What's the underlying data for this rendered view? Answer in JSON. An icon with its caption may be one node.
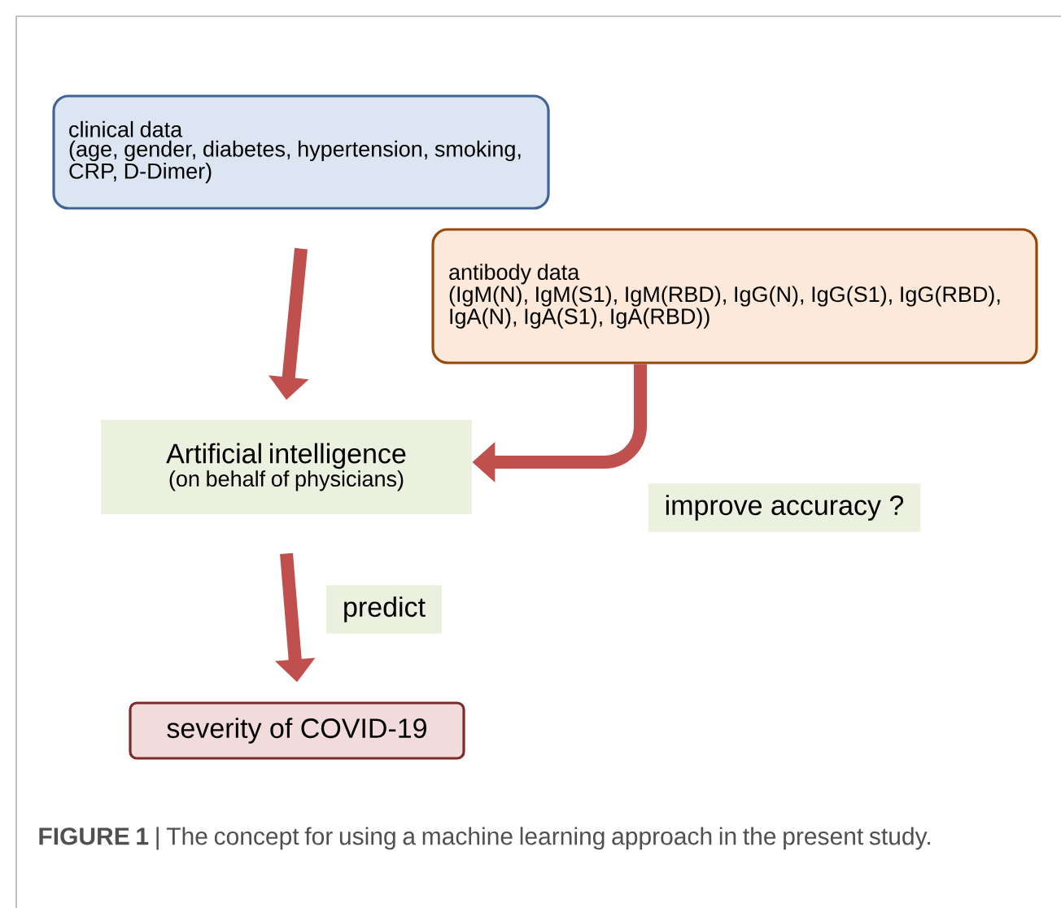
{
  "diagram": {
    "caption": "**FIGURE 1** | The concept for using a machine learning approach in the present study.",
    "nodes": [
      {
        "text": [
          "clinical data",
          "(age, gender, diabetes, hypertension, smoking, CRP, D-Dimer)"
        ]
      },
      {
        "text": [
          "antibody data",
          "(IgM(N), IgM(S1), IgM(RBD), IgG(N), IgG(S1), IgG(RBD), IgA(N), IgA(S1), IgA(RBD))"
        ]
      },
      {
        "text": [
          "Artificial intelligence",
          "(on behalf of physicians)"
        ]
      },
      {
        "text": [
          "severity of COVID-19"
        ]
      }
    ],
    "edges": [
      {
        "from": 0,
        "to": 2,
        "arrow": "to"
      },
      {
        "from": 1,
        "to": 2,
        "arrow": "to",
        "label": "improve accuracy ?"
      },
      {
        "from": 2,
        "to": 3,
        "arrow": "to",
        "label": "predict"
      }
    ]
  }
}
